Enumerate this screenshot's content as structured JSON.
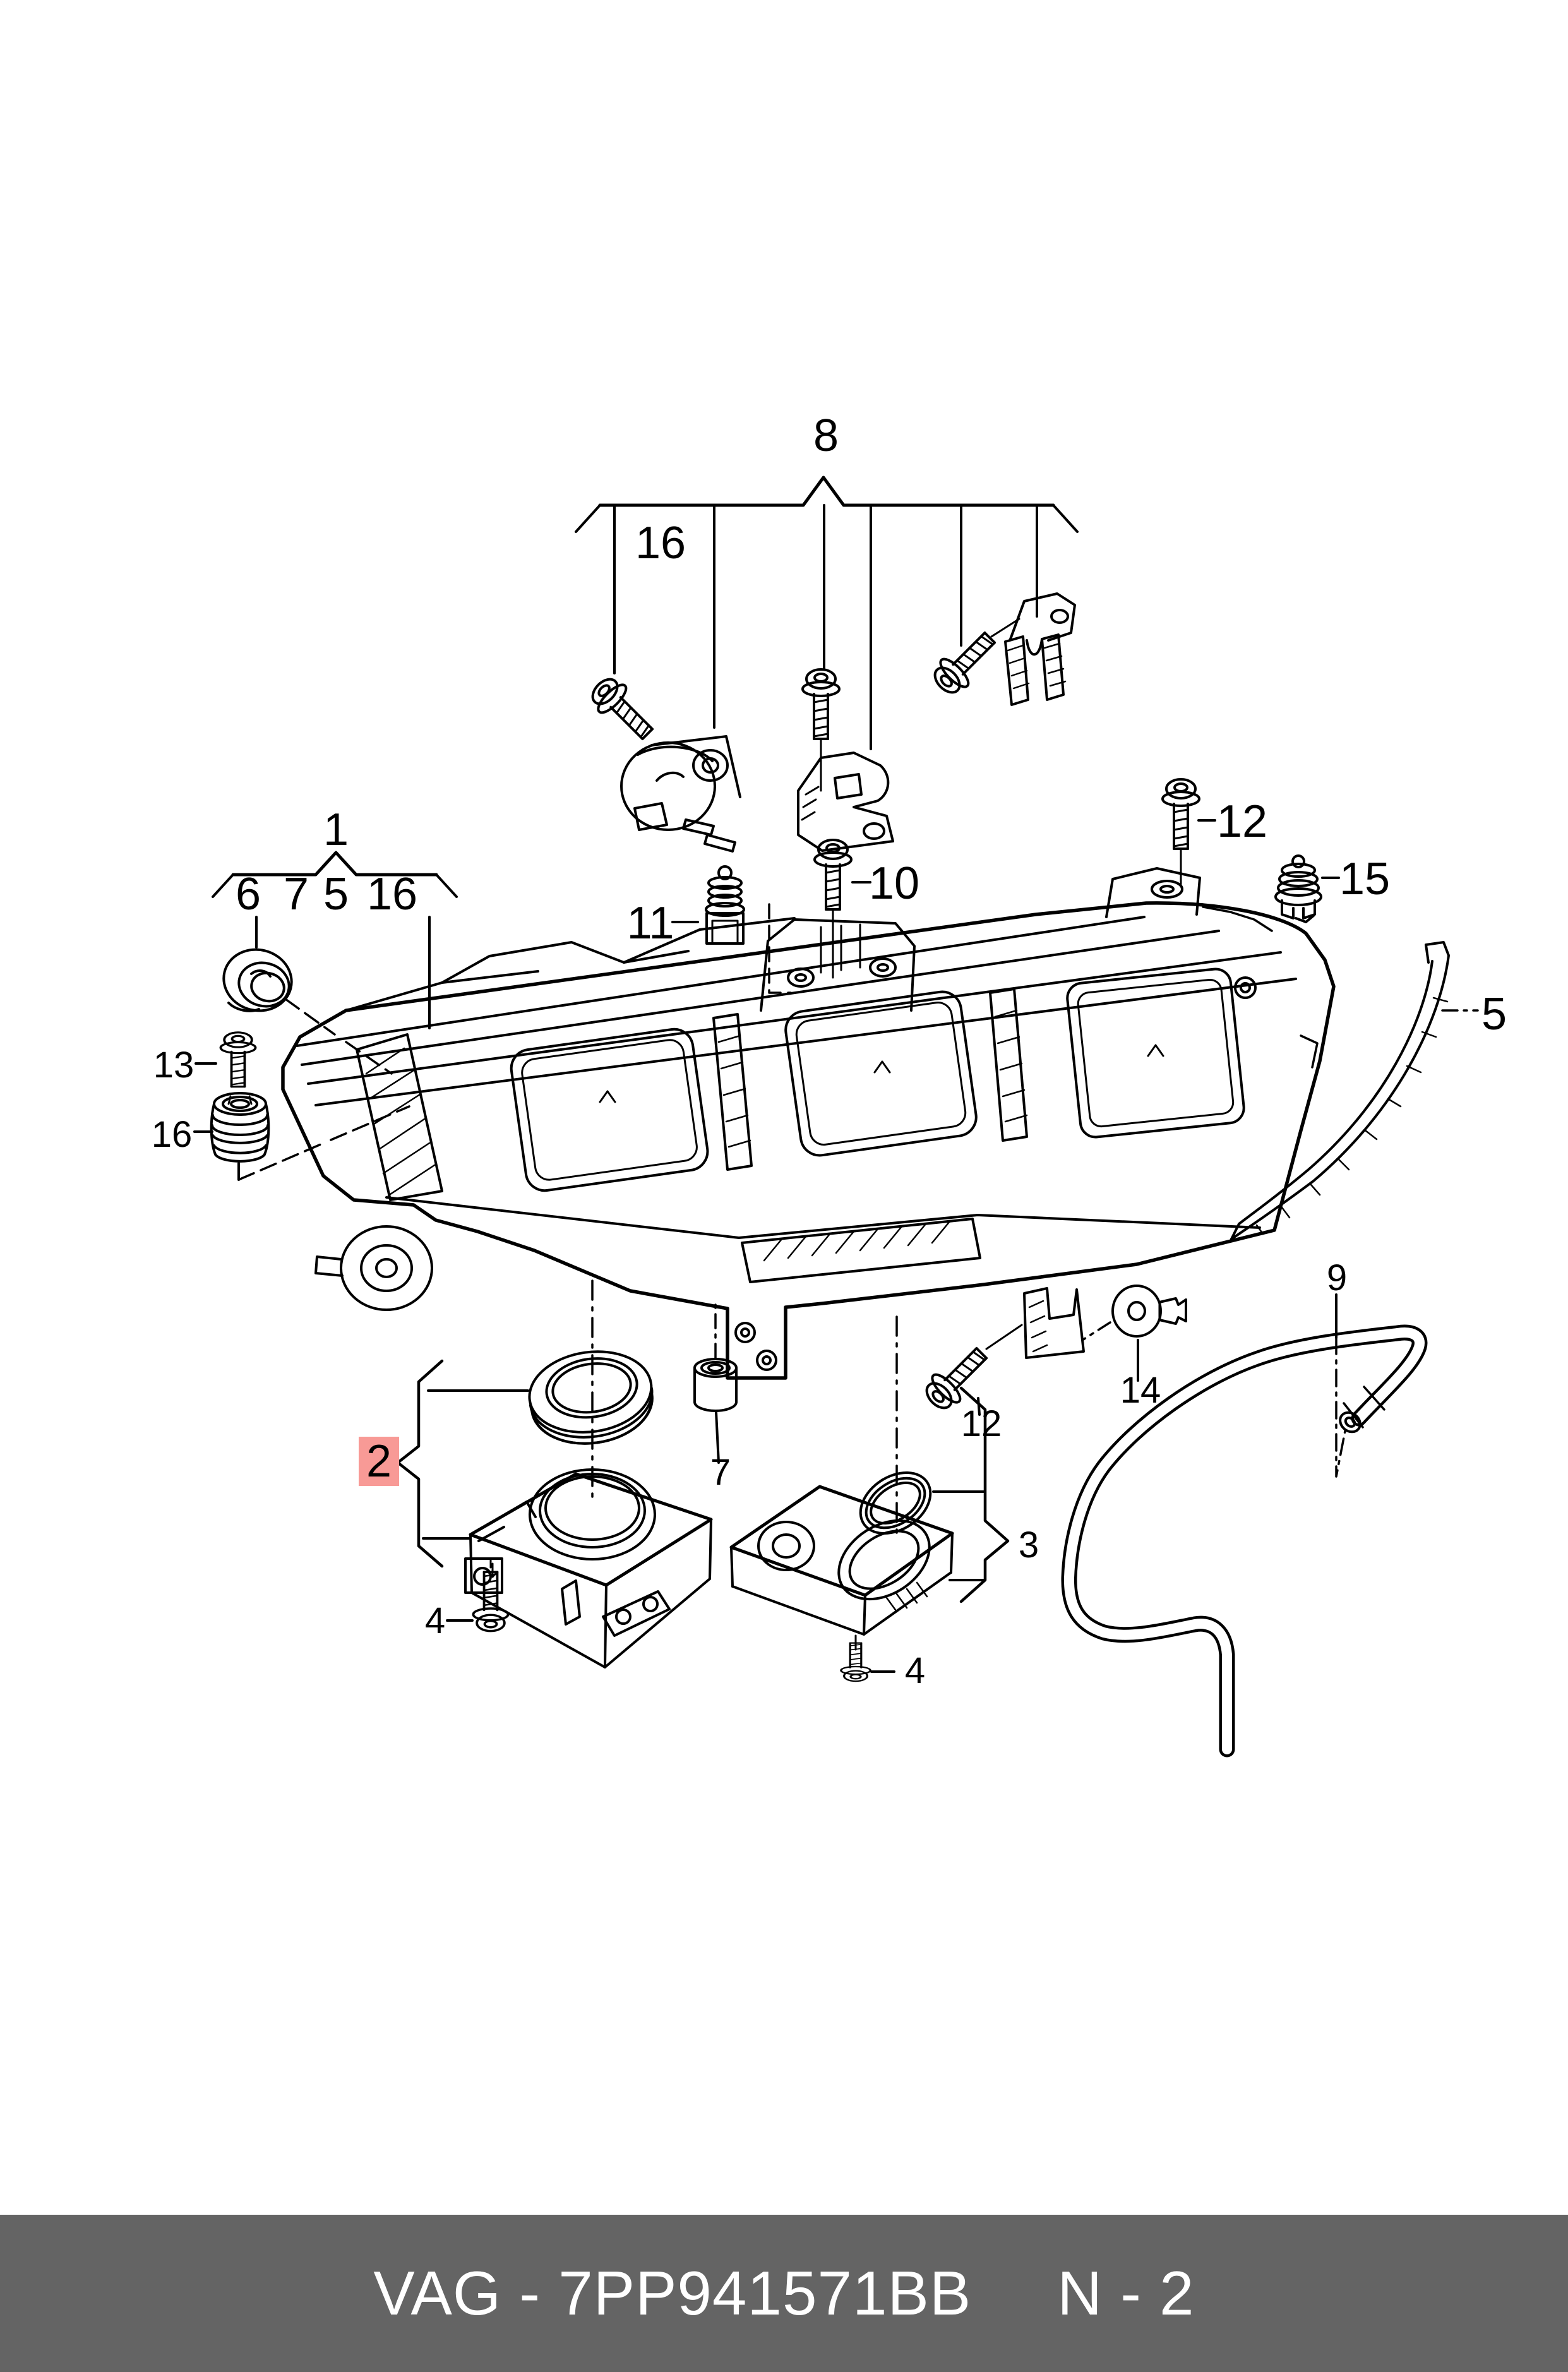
{
  "footer": {
    "part_code": "VAG - 7PP941571BB",
    "page_code": "N - 2",
    "bg": "#646464",
    "text_color": "#ffffff"
  },
  "highlight": {
    "bg": "#f89a96",
    "text_color": "#7a1418"
  },
  "line_color": "#000000",
  "callouts": [
    {
      "part": "8",
      "text": "8"
    },
    {
      "part": "16-top",
      "text": "16"
    },
    {
      "part": "1",
      "text": "1"
    },
    {
      "part": "6",
      "text": "6"
    },
    {
      "part": "7-row",
      "text": "7"
    },
    {
      "part": "5-row",
      "text": "5"
    },
    {
      "part": "16-row",
      "text": "16"
    },
    {
      "part": "11",
      "text": "11"
    },
    {
      "part": "10",
      "text": "10"
    },
    {
      "part": "12-top",
      "text": "12"
    },
    {
      "part": "15",
      "text": "15"
    },
    {
      "part": "5-right",
      "text": "5"
    },
    {
      "part": "13",
      "text": "13"
    },
    {
      "part": "16-left",
      "text": "16"
    },
    {
      "part": "9",
      "text": "9"
    },
    {
      "part": "7-bottom",
      "text": "7"
    },
    {
      "part": "12-bottom",
      "text": "12"
    },
    {
      "part": "14",
      "text": "14"
    },
    {
      "part": "3",
      "text": "3"
    },
    {
      "part": "4-left",
      "text": "4"
    },
    {
      "part": "4-bottom",
      "text": "4"
    },
    {
      "part": "2",
      "text": "2",
      "highlighted": true
    }
  ]
}
